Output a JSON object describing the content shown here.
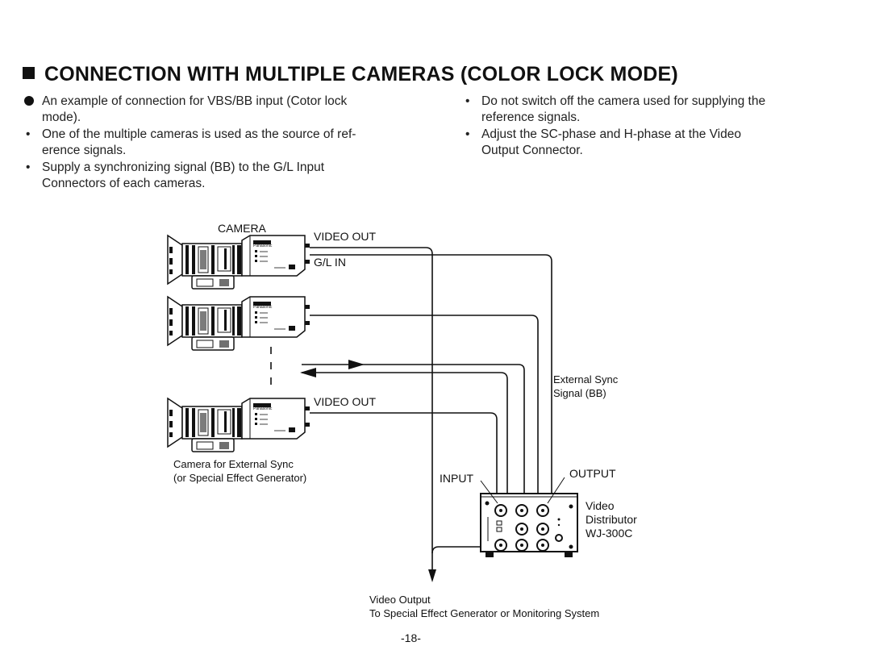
{
  "heading": "CONNECTION WITH MULTIPLE CAMERAS (COLOR LOCK MODE)",
  "left_items": [
    {
      "marker": "dot",
      "lines": [
        "An example of connection for VBS/BB input (Cotor lock",
        "mode)."
      ]
    },
    {
      "marker": "•",
      "lines": [
        "One of the multiple cameras is used as the source of ref-",
        "erence signals."
      ]
    },
    {
      "marker": "•",
      "lines": [
        "Supply a synchronizing signal (BB) to the G/L Input",
        "Connectors of each cameras."
      ]
    }
  ],
  "right_items": [
    {
      "marker": "•",
      "lines": [
        "Do not switch off the camera used for supplying the",
        "reference signals."
      ]
    },
    {
      "marker": "•",
      "lines": [
        "Adjust the SC-phase and H-phase at the Video",
        "Output Connector."
      ]
    }
  ],
  "diagram": {
    "camera_label": "CAMERA",
    "video_out_top": "VIDEO OUT",
    "gl_in": "G/L IN",
    "video_out_bottom": "VIDEO OUT",
    "sync_camera_line1": "Camera for External Sync",
    "sync_camera_line2": "(or Special Effect Generator)",
    "external_sync_line1": "External Sync",
    "external_sync_line2": "Signal (BB)",
    "input": "INPUT",
    "output": "OUTPUT",
    "distributor_line1": "Video",
    "distributor_line2": "Distributor",
    "distributor_line3": "WJ-300C",
    "video_output_line1": "Video Output",
    "video_output_line2": "To Special Effect Generator or Monitoring System",
    "camera_brand": "Panasonic"
  },
  "page_number": "-18-"
}
